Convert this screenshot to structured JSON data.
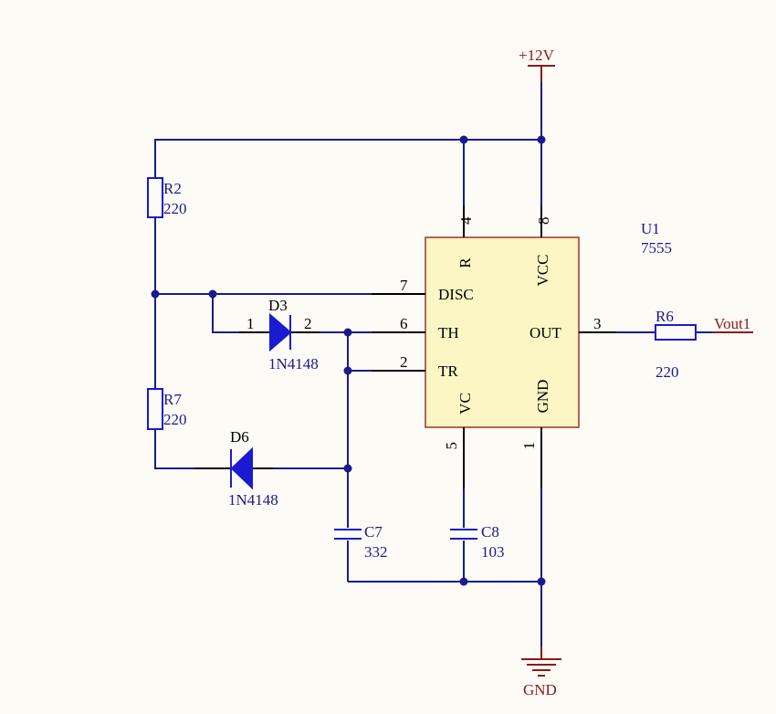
{
  "power": {
    "vcc_label": "+12V",
    "gnd_label": "GND"
  },
  "ic": {
    "ref": "U1",
    "value": "7555",
    "pins": {
      "r": {
        "name": "R",
        "num": "4"
      },
      "vcc": {
        "name": "VCC",
        "num": "8"
      },
      "disc": {
        "name": "DISC",
        "num": "7"
      },
      "th": {
        "name": "TH",
        "num": "6"
      },
      "tr": {
        "name": "TR",
        "num": "2"
      },
      "out": {
        "name": "OUT",
        "num": "3"
      },
      "vc": {
        "name": "VC",
        "num": "5"
      },
      "gnd": {
        "name": "GND",
        "num": "1"
      }
    }
  },
  "r2": {
    "ref": "R2",
    "value": "220"
  },
  "r7": {
    "ref": "R7",
    "value": "220"
  },
  "r6": {
    "ref": "R6",
    "value": "220"
  },
  "d3": {
    "ref": "D3",
    "value": "1N4148",
    "pin1": "1",
    "pin2": "2"
  },
  "d6": {
    "ref": "D6",
    "value": "1N4148"
  },
  "c7": {
    "ref": "C7",
    "value": "332"
  },
  "c8": {
    "ref": "C8",
    "value": "103"
  },
  "net": {
    "vout": "Vout1"
  },
  "colors": {
    "wire": "#1a1a8c",
    "component": "#1a1ad0",
    "ic_fill": "#fbf6c4",
    "power": "#8b1a1a"
  }
}
